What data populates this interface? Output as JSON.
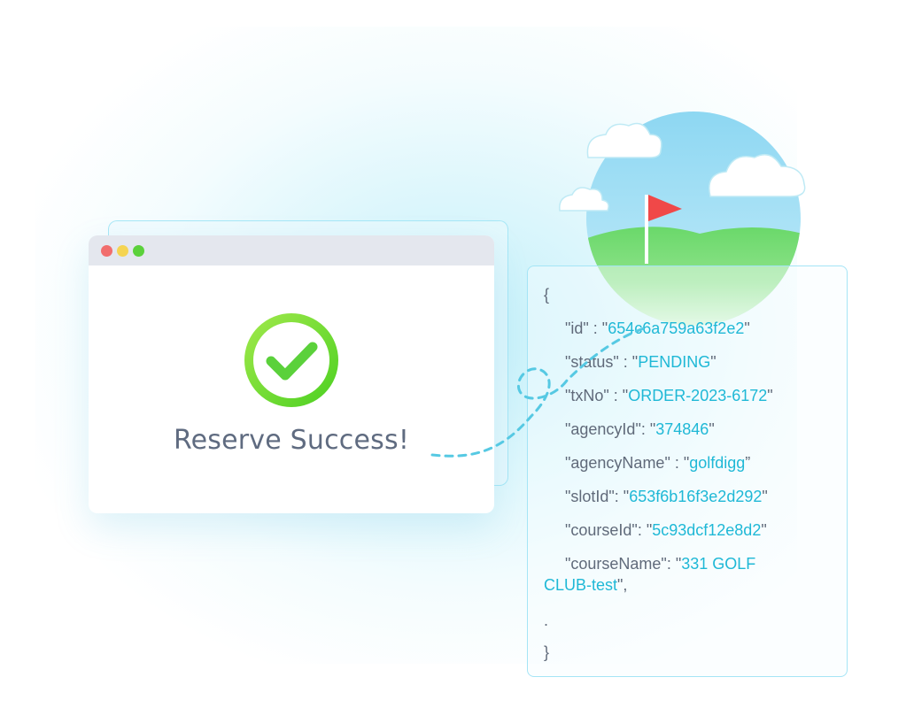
{
  "browser": {
    "message": "Reserve Success!"
  },
  "icons": {
    "check": "check-circle-icon",
    "flag": "golf-flag-icon"
  },
  "colors": {
    "accent": "#1fb8d6",
    "success": "#5bd13b",
    "flag": "#f04848"
  },
  "json": {
    "open": "{",
    "id_key": "\"id\" : \"",
    "id_value": "654c6a759a63f2e2",
    "id_end": "\"",
    "status_key": "\"status\" : \"",
    "status_value": "PENDING",
    "status_end": "\"",
    "txno_key": "\"txNo\" : \"",
    "txno_value": "ORDER-2023-6172",
    "txno_end": "\"",
    "agencyid_key": "\"agencyId\": \"",
    "agencyid_value": "374846",
    "agencyid_end": "\"",
    "agencyname_key": "\"agencyName\" : \"",
    "agencyname_value": "golfdigg",
    "agencyname_end": "”",
    "slotid_key": "\"slotId\": \"",
    "slotid_value": "653f6b16f3e2d292",
    "slotid_end": "\"",
    "courseid_key": "\"courseId\": \"",
    "courseid_value": "5c93dcf12e8d2",
    "courseid_end": "\"",
    "coursename_key": "\"courseName\": \"",
    "coursename_value1": "331 GOLF",
    "coursename_value2": "CLUB-test",
    "coursename_end": "\",",
    "ellipsis": ".",
    "close": "}"
  }
}
